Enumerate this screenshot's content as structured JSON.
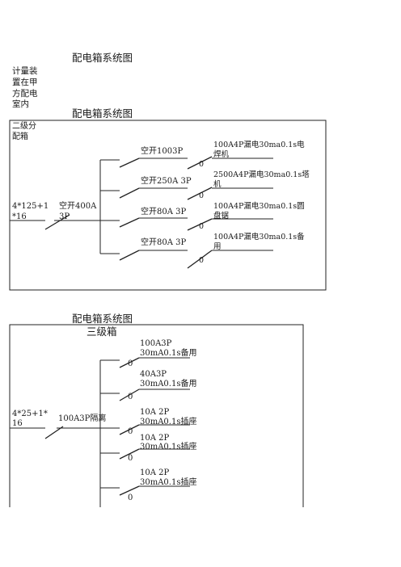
{
  "page": {
    "title_top": "配电箱系统图",
    "meter_note": [
      "计量装",
      "置在甲",
      "方配电",
      "室内"
    ]
  },
  "diagram1": {
    "title": "配电箱系统图",
    "box_label": [
      "二级分",
      "配箱"
    ],
    "incoming_cable": [
      "4*125+1",
      "*16"
    ],
    "main_switch": [
      "空开400A",
      "3P"
    ],
    "branches": [
      {
        "breaker": "空开1003P",
        "rcd": [
          "100A4P漏电30ma0.1s电",
          "焊机"
        ],
        "mark": "0"
      },
      {
        "breaker": "空开250A  3P",
        "rcd": [
          "2500A4P漏电30ma0.1s塔",
          "机"
        ],
        "mark": "0"
      },
      {
        "breaker": "空开80A   3P",
        "rcd": [
          "100A4P漏电30ma0.1s圆",
          "盘锯"
        ],
        "mark": "0"
      },
      {
        "breaker": "空开80A  3P",
        "rcd": [
          "100A4P漏电30ma0.1s备",
          "用"
        ],
        "mark": "0"
      }
    ]
  },
  "diagram2": {
    "title": "配电箱系统图",
    "box_label": "三级箱",
    "incoming_cable": [
      "4*25+1*",
      "16"
    ],
    "main_switch": "100A3P隔离",
    "branches": [
      {
        "line1": "100A3P",
        "line2": "30mA0.1s备用",
        "mark": "0"
      },
      {
        "line1": "40A3P",
        "line2": "30mA0.1s备用",
        "mark": "0"
      },
      {
        "line1": "10A  2P",
        "line2": "30mA0.1s插座",
        "mark": "0"
      },
      {
        "line1": "10A  2P",
        "line2": "30mA0.1s插座",
        "mark": "0"
      },
      {
        "line1": "10A  2P",
        "line2": "30mA0.1s插座",
        "mark": "0"
      }
    ]
  }
}
